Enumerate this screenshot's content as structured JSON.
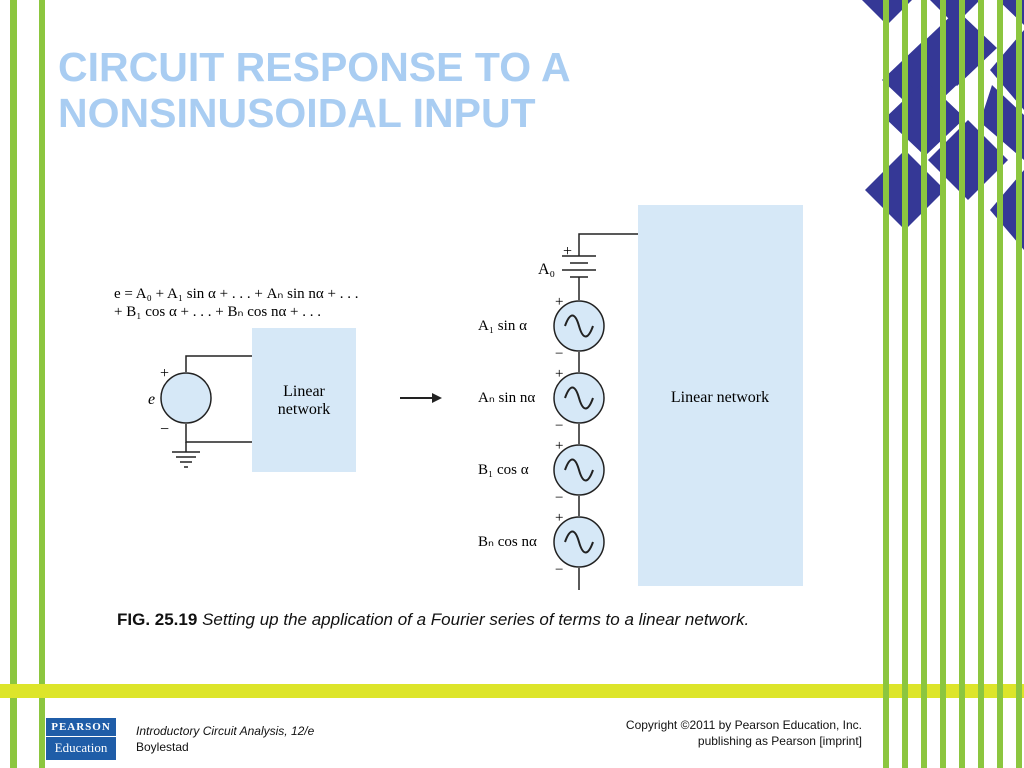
{
  "slide": {
    "title_line1": "CIRCUIT RESPONSE TO A",
    "title_line2": "NONSINUSOIDAL INPUT"
  },
  "diagram": {
    "equation_line1": "e  =  A₀ + A₁ sin α + . . . + Aₙ sin nα + . . .",
    "equation_line2": "+ B₁ cos α + . . . + Bₙ cos nα + . . .",
    "source_label": "e",
    "left_network_line1": "Linear",
    "left_network_line2": "network",
    "right_network_label": "Linear network",
    "dc_source_label": "A₀",
    "sources": [
      {
        "label": "A₁ sin α"
      },
      {
        "label": "Aₙ sin nα"
      },
      {
        "label": "B₁ cos α"
      },
      {
        "label": "Bₙ cos nα"
      }
    ],
    "plus": "+",
    "minus": "−",
    "box_color": "#d6e8f7"
  },
  "caption": {
    "fig": "FIG. 25.19",
    "text": "Setting up the application of a Fourier series of terms to a linear network."
  },
  "footer": {
    "book": "Introductory Circuit Analysis, 12/e",
    "author": "Boylestad",
    "copyright": "Copyright ©2011 by Pearson Education, Inc.",
    "publisher": "publishing as Pearson [imprint]",
    "logo_top": "PEARSON",
    "logo_bottom": "Education"
  },
  "colors": {
    "title": "#a9cdf2",
    "stripe_green": "#8cc63f",
    "stripe_yellow": "#dde52a",
    "diamond_blue": "#353896"
  }
}
